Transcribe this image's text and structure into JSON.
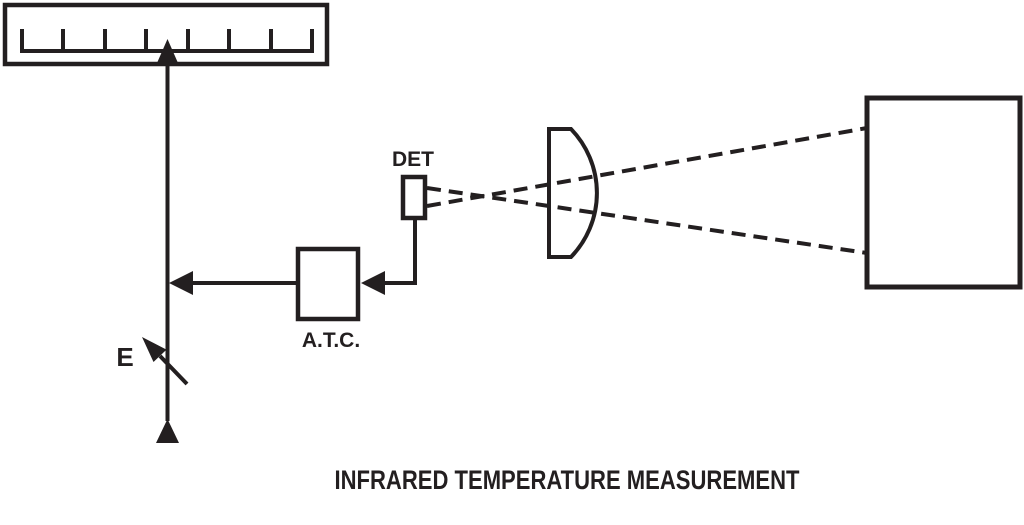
{
  "figure": {
    "title": "INFRARED TEMPERATURE MEASUREMENT",
    "ink_color": "#231f20",
    "background_color": "#ffffff"
  },
  "meter": {
    "tick_count": 8
  },
  "labels": {
    "detector": "DET",
    "controller": "A.T.C.",
    "emissivity": "E"
  }
}
